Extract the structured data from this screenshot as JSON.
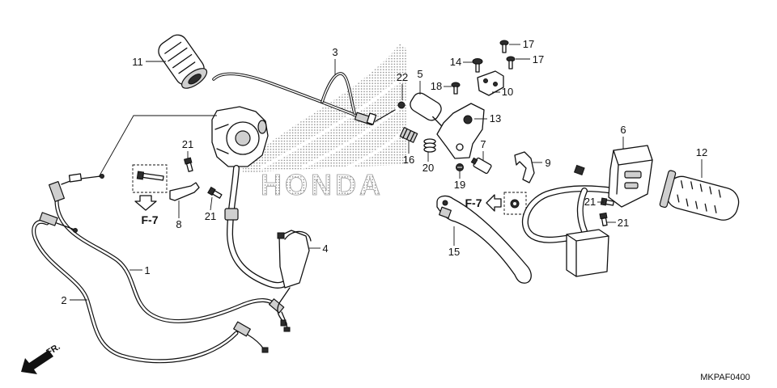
{
  "diagram": {
    "watermark": "HONDA",
    "callouts": [
      "11",
      "3",
      "22",
      "5",
      "14",
      "18",
      "17",
      "17",
      "10",
      "13",
      "6",
      "12",
      "21",
      "16",
      "20",
      "7",
      "9",
      "19",
      "21",
      "21",
      "8",
      "21",
      "4",
      "15",
      "1",
      "2"
    ],
    "references": [
      "F-7",
      "F-7"
    ],
    "front_label": "FR.",
    "code": "MKPAF0400"
  }
}
